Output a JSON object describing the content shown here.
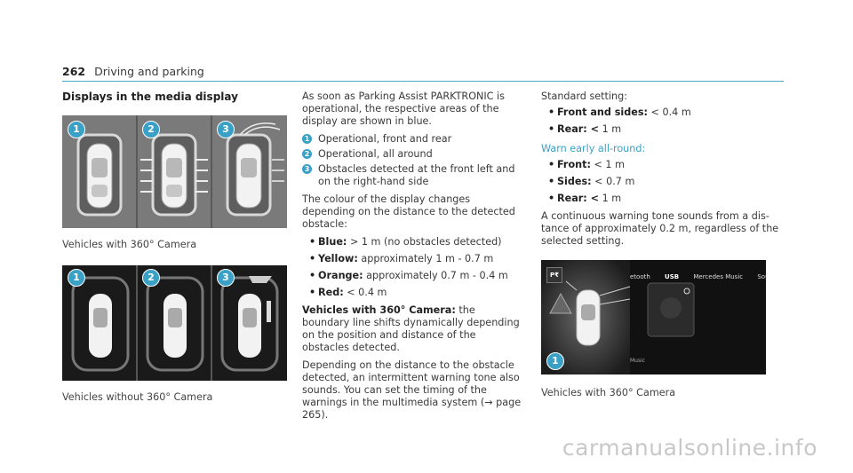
{
  "header": {
    "page_number": "262",
    "section": "Driving and parking"
  },
  "col1": {
    "heading": "Displays in the media display",
    "panel1": {
      "markers": [
        "1",
        "2",
        "3"
      ]
    },
    "caption1": "Vehicles with 360° Camera",
    "panel2": {
      "markers": [
        "1",
        "2",
        "3"
      ]
    },
    "caption2": "Vehicles without 360° Camera"
  },
  "col2": {
    "intro": "As soon as Parking Assist PARKTRONIC is opera­tional, the respective areas of the display are shown in blue.",
    "numbered": [
      {
        "n": "1",
        "text": "Operational, front and rear"
      },
      {
        "n": "2",
        "text": "Operational, all around"
      },
      {
        "n": "3",
        "text": "Obstacles detected at the front left and on the right-hand side"
      }
    ],
    "colour_intro": "The colour of the display changes depending on the distance to the detected obstacle:",
    "colours": [
      {
        "label": "Blue:",
        "text": " > 1 m (no obstacles detected)"
      },
      {
        "label": "Yellow:",
        "text": " approximately 1 m - 0.7 m"
      },
      {
        "label": "Orange:",
        "text": " approximately 0.7 m - 0.4 m"
      },
      {
        "label": "Red:",
        "text": " < 0.4 m"
      }
    ],
    "camera_label": "Vehicles with 360° Camera:",
    "camera_text": " the boundary line shifts dynamically depending on the position and distance of the obstacles detected.",
    "tone_text": "Depending on the distance to the obstacle detec­ted, an intermittent warning tone also sounds. You can set the timing of the warnings in the multime­dia system (→ page 265)."
  },
  "col3": {
    "standard_title": "Standard setting:",
    "standard": [
      {
        "label": "Front and sides:",
        "text": " < 0.4 m"
      },
      {
        "label": "Rear: <",
        "text": " 1 m"
      }
    ],
    "warn_title": "Warn early all-round:",
    "warn": [
      {
        "label": "Front:",
        "text": " < 1 m"
      },
      {
        "label": "Sides:",
        "text": " < 0.7 m"
      },
      {
        "label": "Rear: <",
        "text": " 1 m"
      }
    ],
    "continuous": "A continuous warning tone sounds from a dis­tance of approximately 0.2 m, regardless of the selected setting.",
    "screen": {
      "p_label": "P₹",
      "menu": [
        "etooth",
        "USB",
        "Mercedes Music",
        "Sound"
      ],
      "bottom": "Music",
      "marker": "1"
    },
    "caption": "Vehicles with 360° Camera"
  },
  "watermark": "carmanualsonline.info"
}
